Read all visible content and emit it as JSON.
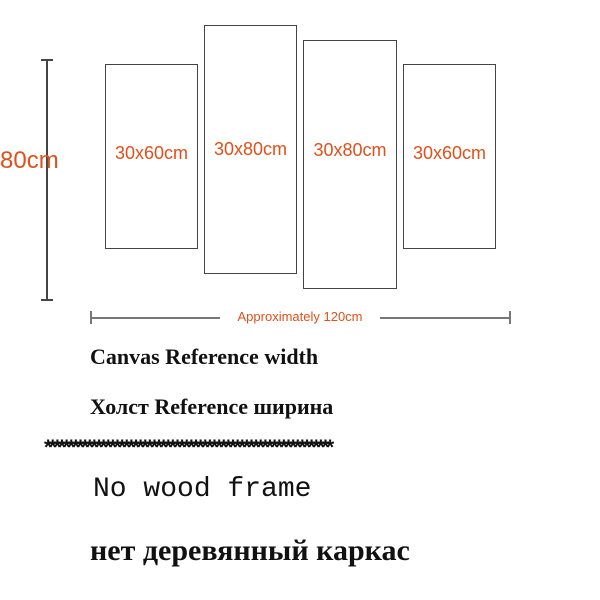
{
  "colors": {
    "accent": "#e0501a",
    "text": "#111111",
    "line": "#444444"
  },
  "dimensions": {
    "height_label": "80cm",
    "width_label": "Approximately 120cm"
  },
  "panels": [
    {
      "label": "30x60cm"
    },
    {
      "label": "30x80cm"
    },
    {
      "label": "30x80cm"
    },
    {
      "label": "30x60cm"
    }
  ],
  "captions": {
    "line1": "Canvas Reference width",
    "line2": "Холст Reference ширина",
    "separator": "**************************************************************",
    "line3": "No wood frame",
    "line4": "нет деревянный каркас"
  }
}
